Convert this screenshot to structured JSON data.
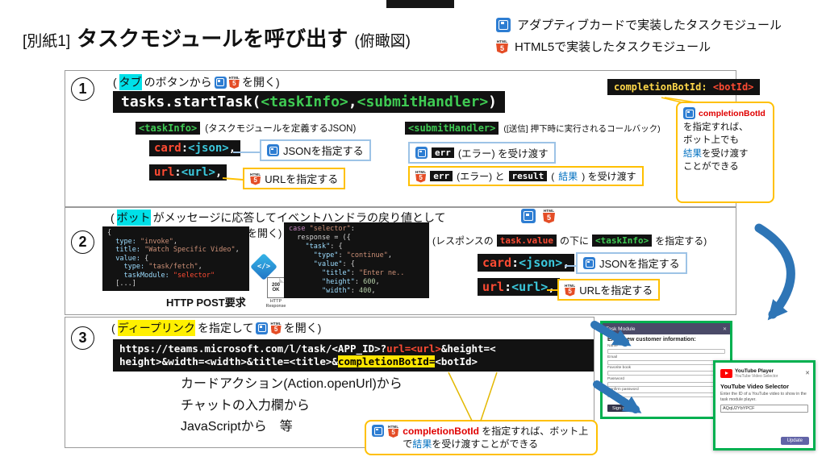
{
  "header": {
    "title_prefix": "[別紙1]",
    "title_main": "タスクモジュールを呼び出す",
    "title_suffix": "(俯瞰図)",
    "legend_adaptive": "アダプティブカードで実装したタスクモジュール",
    "legend_html5": "HTML5で実装したタスクモジュール"
  },
  "colors": {
    "arrow_blue": "#2E75B6",
    "callout_blue": "#9DC3E6",
    "callout_orange": "#FFC000",
    "screenshot_green": "#00B050",
    "highlight_cyan": "#00E0E8",
    "highlight_yellow": "#FFF000"
  },
  "s1": {
    "num": "1",
    "intro_open": "(",
    "intro_hl": "タブ",
    "intro_mid": "のボタンから",
    "intro_close": "を開く)",
    "main_code": [
      [
        [
          "w",
          "tasks.startTask("
        ],
        [
          "g",
          "<taskInfo>"
        ],
        [
          "w",
          ","
        ],
        [
          "g",
          "<submitHandler>"
        ],
        [
          "w",
          ")"
        ]
      ]
    ],
    "taskinfo_chip": [
      [
        [
          "g",
          "<taskInfo>"
        ]
      ]
    ],
    "taskinfo_desc": "(タスクモジュールを定義するJSON)",
    "card_code": [
      [
        [
          "r",
          "card"
        ],
        [
          "w",
          ":"
        ],
        [
          "c",
          "<json>"
        ],
        [
          "w",
          ","
        ]
      ]
    ],
    "json_callout": "JSONを指定する",
    "url_code": [
      [
        [
          "r",
          "url"
        ],
        [
          "w",
          ":"
        ],
        [
          "c",
          "<url>"
        ],
        [
          "w",
          ","
        ]
      ]
    ],
    "url_callout": "URLを指定する",
    "submit_chip": [
      [
        [
          "g",
          "<submitHandler>"
        ]
      ]
    ],
    "submit_desc": "([送信] 押下時に実行されるコールバック)",
    "err_chip": "err",
    "err_text": "(エラー) を受け渡す",
    "err2_chip1": "err",
    "err2_mid": "(エラー) と",
    "err2_chip2": "result",
    "err2_p1": "(",
    "err2_result": "結果",
    "err2_p2": ") を受け渡す",
    "completion_code": [
      [
        [
          "y",
          "completionBotId: "
        ],
        [
          "r",
          "<botId>"
        ]
      ]
    ],
    "co": {
      "k": "completionBotId",
      "t1": "を指定すれば、",
      "t2": "ボット上でも",
      "kekka": "結果",
      "t3": "を受け渡す",
      "t4": "ことができる"
    }
  },
  "s2": {
    "num": "2",
    "intro_open": "(",
    "intro_hl": "ボット",
    "intro_rest": "がメッセージに応答してイベントハンドラの戻り値として",
    "open_text": "を開く)",
    "invoke_code": [
      [
        [
          "p",
          "{"
        ]
      ],
      [
        [
          "p",
          "  "
        ],
        [
          "k",
          "type: "
        ],
        [
          "s",
          "\"invoke\""
        ],
        [
          "p",
          ","
        ]
      ],
      [
        [
          "p",
          "  "
        ],
        [
          "k",
          "title: "
        ],
        [
          "s",
          "\"Watch Specific Video\""
        ],
        [
          "p",
          ","
        ]
      ],
      [
        [
          "p",
          "  "
        ],
        [
          "k",
          "value: "
        ],
        [
          "p",
          "{"
        ]
      ],
      [
        [
          "p",
          "    "
        ],
        [
          "k",
          "type: "
        ],
        [
          "s",
          "\"task/fetch\""
        ],
        [
          "p",
          ","
        ]
      ],
      [
        [
          "p",
          "    "
        ],
        [
          "k",
          "taskModule: "
        ],
        [
          "r",
          "\"selector\""
        ]
      ],
      [
        [
          "p",
          "  [...]"
        ]
      ]
    ],
    "http_post": "HTTP POST要求",
    "doc_status": "200 OK",
    "doc_caption": "HTTP Response",
    "case_code": [
      [
        [
          "kw",
          "case "
        ],
        [
          "s",
          "\"selector\""
        ],
        [
          "p",
          ":"
        ]
      ],
      [
        [
          "p",
          "  response = ({"
        ]
      ],
      [
        [
          "p",
          "    "
        ],
        [
          "k",
          "\"task\""
        ],
        [
          "p",
          ": {"
        ]
      ],
      [
        [
          "p",
          "      "
        ],
        [
          "k",
          "\"type\""
        ],
        [
          "p",
          ": "
        ],
        [
          "s",
          "\"continue\""
        ],
        [
          "p",
          ","
        ]
      ],
      [
        [
          "p",
          "      "
        ],
        [
          "k",
          "\"value\""
        ],
        [
          "p",
          ": {"
        ]
      ],
      [
        [
          "p",
          "        "
        ],
        [
          "k",
          "\"title\""
        ],
        [
          "p",
          ": "
        ],
        [
          "s",
          "\"Enter ne.."
        ]
      ],
      [
        [
          "p",
          "        "
        ],
        [
          "k",
          "\"height\""
        ],
        [
          "p",
          ": "
        ],
        [
          "n",
          "600"
        ],
        [
          "p",
          ","
        ]
      ],
      [
        [
          "p",
          "        "
        ],
        [
          "k",
          "\"width\""
        ],
        [
          "p",
          ": "
        ],
        [
          "n",
          "400"
        ],
        [
          "p",
          ","
        ]
      ]
    ],
    "note_pre": "(レスポンスの",
    "note_chip1": [
      [
        [
          "r",
          "task.value"
        ]
      ]
    ],
    "note_mid": "の下に",
    "note_chip2": [
      [
        [
          "g",
          "<taskInfo>"
        ]
      ]
    ],
    "note_post": "を指定する)",
    "card_code": [
      [
        [
          "r",
          "card"
        ],
        [
          "w",
          ":"
        ],
        [
          "c",
          "<json>"
        ],
        [
          "w",
          ","
        ]
      ]
    ],
    "json_callout": "JSONを指定する",
    "url_code": [
      [
        [
          "r",
          "url"
        ],
        [
          "w",
          ":"
        ],
        [
          "c",
          "<url>"
        ],
        [
          "w",
          ","
        ]
      ]
    ],
    "url_callout": "URLを指定する"
  },
  "s3": {
    "num": "3",
    "intro_open": "(",
    "intro_hl": "ディープリンク",
    "intro_mid": "を指定して",
    "intro_close": "を開く)",
    "url_code": [
      [
        [
          "w",
          "https://teams.microsoft.com/l/task/"
        ],
        [
          "w",
          "<APP_ID>?"
        ],
        [
          "r",
          "url=<url>"
        ],
        [
          "w",
          "&height=<"
        ]
      ],
      [
        [
          "w",
          "height>&width=<width>&title=<title>&"
        ],
        [
          "hl",
          "completionBotId="
        ],
        [
          "w",
          "<botId>"
        ]
      ]
    ],
    "list": [
      "カードアクション(Action.openUrl)から",
      "チャットの入力欄から",
      "JavaScriptから　等"
    ],
    "co": {
      "k": "completionBotId",
      "t1": " を指定すれば、ボット上で",
      "kekka": "結果",
      "t2": "を受け渡すことができる"
    }
  },
  "shot1": {
    "title": "Task Module",
    "heading": "Enter new customer information:",
    "fields": [
      "Name",
      "Email",
      "Favorite book",
      "Password",
      "Confirm password"
    ],
    "button": "Sign up"
  },
  "shot2": {
    "app": "YouTube Player",
    "app_sub": "YouTube Video Selector",
    "title": "YouTube Video Selector",
    "desc": "Enter the ID of a YouTube video to show in the task module player.",
    "value": "AQqU2YbYPCF",
    "button": "Update"
  }
}
